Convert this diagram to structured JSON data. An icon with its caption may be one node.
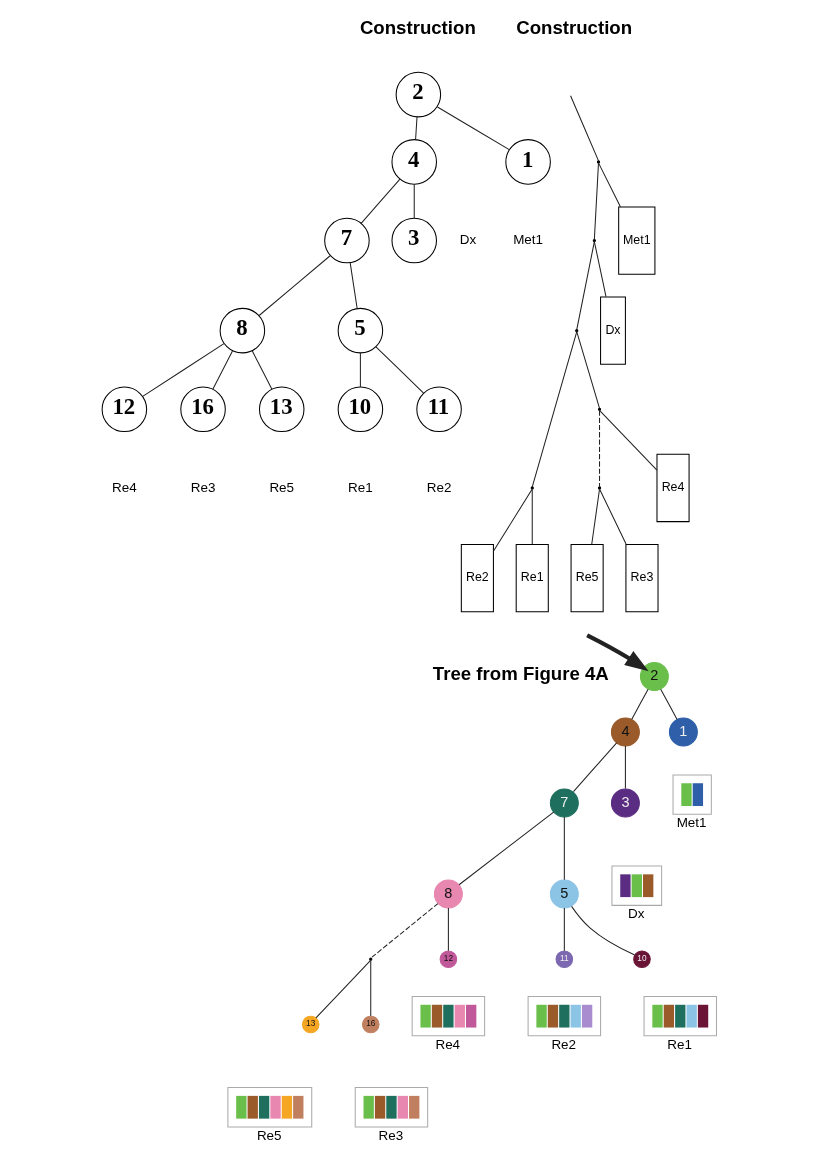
{
  "diagram": {
    "nodes": [
      {
        "text": [
          "2"
        ]
      },
      {
        "text": [
          "4"
        ]
      },
      {
        "text": [
          "1"
        ],
        "beside": [
          "Met1"
        ]
      },
      {
        "text": [
          "7"
        ]
      },
      {
        "text": [
          "3"
        ],
        "beside": [
          "Dx"
        ]
      },
      {
        "text": [
          "8"
        ]
      },
      {
        "text": [
          "5"
        ]
      },
      {
        "text": [
          "13"
        ],
        "beside": [
          "Re5"
        ]
      },
      {
        "text": [
          "12"
        ],
        "beside": [
          "Re4"
        ]
      },
      {
        "text": [
          "16"
        ],
        "beside": [
          "Re3"
        ]
      },
      {
        "text": [
          "11"
        ],
        "beside": [
          "Re2"
        ]
      },
      {
        "text": [
          "10"
        ],
        "beside": [
          "Re1"
        ]
      },
      {
        "text": [],
        "shape": "point"
      },
      {
        "text": [],
        "shape": "point"
      },
      {
        "text": [
          "Dx"
        ]
      },
      {
        "text": [
          "Met1"
        ]
      },
      {
        "text": [],
        "shape": "point"
      },
      {
        "text": [],
        "shape": "point"
      },
      {
        "text": [],
        "shape": "point"
      },
      {
        "text": [],
        "shape": "point"
      },
      {
        "text": [
          "Re4"
        ]
      },
      {
        "text": [
          "Re1"
        ]
      },
      {
        "text": [
          "Re2"
        ]
      },
      {
        "text": [
          "Re5"
        ]
      },
      {
        "text": [
          "Re3"
        ]
      },
      {
        "text": [
          "2"
        ]
      },
      {
        "text": [
          "4"
        ]
      },
      {
        "text": [
          "3"
        ]
      },
      {
        "text": [
          "1"
        ]
      },
      {
        "text": [],
        "shape": "picture",
        "beside": [
          "Dx"
        ]
      },
      {
        "text": [],
        "shape": "picture",
        "beside": [
          "Met1"
        ]
      },
      {
        "text": [
          "7"
        ]
      },
      {
        "text": [
          "8"
        ]
      },
      {
        "text": [
          "5"
        ]
      },
      {
        "text": [
          "12"
        ]
      },
      {
        "text": [],
        "shape": "point"
      },
      {
        "text": [
          "11"
        ]
      },
      {
        "text": [
          "10"
        ]
      },
      {
        "text": [
          "13"
        ]
      },
      {
        "text": [
          "16"
        ]
      },
      {
        "text": [],
        "shape": "picture",
        "beside": [
          "Re4"
        ]
      },
      {
        "text": [],
        "shape": "picture",
        "beside": [
          "Re5"
        ]
      },
      {
        "text": [],
        "shape": "picture",
        "beside": [
          "Re3"
        ]
      },
      {
        "text": [],
        "shape": "picture",
        "beside": [
          "Re2"
        ]
      },
      {
        "text": [],
        "shape": "picture",
        "beside": [
          "Re1"
        ]
      }
    ],
    "edges": [
      {
        "from": 0,
        "to": 1,
        "arrow": "none"
      },
      {
        "from": 0,
        "to": 2,
        "arrow": "none"
      },
      {
        "from": 1,
        "to": 3,
        "arrow": "none"
      },
      {
        "from": 1,
        "to": 4,
        "arrow": "none"
      },
      {
        "from": 3,
        "to": 5,
        "arrow": "none"
      },
      {
        "from": 3,
        "to": 6,
        "arrow": "none"
      },
      {
        "from": 5,
        "to": 7,
        "arrow": "none"
      },
      {
        "from": 5,
        "to": 8,
        "arrow": "none"
      },
      {
        "from": 5,
        "to": 9,
        "arrow": "none"
      },
      {
        "from": 6,
        "to": 10,
        "arrow": "none"
      },
      {
        "from": 6,
        "to": 11,
        "arrow": "none"
      },
      {
        "from": null,
        "to": 12,
        "arrow": "none"
      },
      {
        "from": 12,
        "to": 13,
        "arrow": "none"
      },
      {
        "from": 12,
        "to": 15,
        "arrow": "none"
      },
      {
        "from": 13,
        "to": 16,
        "arrow": "none"
      },
      {
        "from": 13,
        "to": 14,
        "arrow": "none"
      },
      {
        "from": 16,
        "to": 17,
        "arrow": "none"
      },
      {
        "from": 16,
        "to": 18,
        "arrow": "none"
      },
      {
        "from": 17,
        "to": 19,
        "arrow": "none",
        "style": "dashed"
      },
      {
        "from": 17,
        "to": 20,
        "arrow": "none"
      },
      {
        "from": 18,
        "to": 22,
        "arrow": "none"
      },
      {
        "from": 18,
        "to": 21,
        "arrow": "none"
      },
      {
        "from": 19,
        "to": 23,
        "arrow": "none"
      },
      {
        "from": 19,
        "to": 24,
        "arrow": "none"
      },
      {
        "from": null,
        "to": 25,
        "arrow": "to",
        "style": "thick"
      },
      {
        "from": 25,
        "to": 26,
        "arrow": "none"
      },
      {
        "from": 25,
        "to": 28,
        "arrow": "none"
      },
      {
        "from": 26,
        "to": 31,
        "arrow": "none"
      },
      {
        "from": 26,
        "to": 27,
        "arrow": "none"
      },
      {
        "from": 31,
        "to": 32,
        "arrow": "none"
      },
      {
        "from": 31,
        "to": 33,
        "arrow": "none"
      },
      {
        "from": 32,
        "to": 35,
        "arrow": "none",
        "style": "dashed"
      },
      {
        "from": 32,
        "to": 34,
        "arrow": "none"
      },
      {
        "from": 35,
        "to": 38,
        "arrow": "none"
      },
      {
        "from": 35,
        "to": 39,
        "arrow": "none"
      },
      {
        "from": 33,
        "to": 36,
        "arrow": "none"
      },
      {
        "from": 33,
        "to": 37,
        "arrow": "none"
      }
    ],
    "labels": [
      "Construction",
      "Construction",
      "Tree from Figure 4A"
    ]
  }
}
